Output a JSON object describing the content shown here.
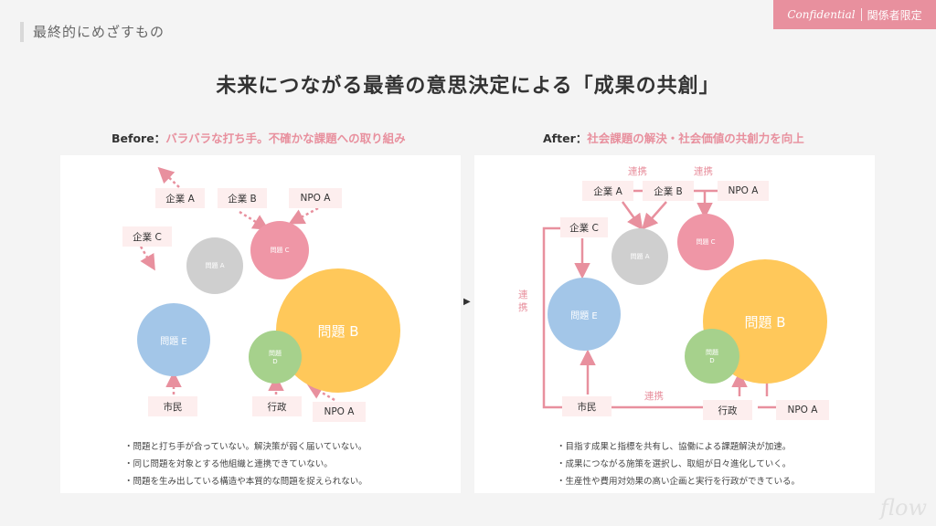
{
  "header": {
    "section_title": "最終的にめざすもの",
    "confidential": "Confidential",
    "restricted": "関係者限定"
  },
  "main_title": "未来につながる最善の意思決定による「成果の共創」",
  "before": {
    "label": "Before：",
    "label_desc": "バラバラな打ち手。不確かな課題への取り組み",
    "tags": {
      "a": "企業 A",
      "b": "企業 B",
      "npo_top": "NPO A",
      "c": "企業 C",
      "citizen": "市民",
      "gov": "行政",
      "npo_bottom": "NPO A"
    },
    "circles": {
      "a": "問題 A",
      "b": "問題 B",
      "c": "問題 C",
      "d": "問題\nD",
      "e": "問題 E"
    },
    "notes": [
      "・問題と打ち手が合っていない。解決策が弱く届いていない。",
      "・同じ問題を対象とする他組織と連携できていない。",
      "・問題を生み出している構造や本質的な問題を捉えられない。"
    ]
  },
  "after": {
    "label": "After：",
    "label_desc": "社会課題の解決・社会価値の共創力を向上",
    "tags": {
      "a": "企業 A",
      "b": "企業 B",
      "npo_top": "NPO A",
      "c": "企業 C",
      "citizen": "市民",
      "gov": "行政",
      "npo_bottom": "NPO A"
    },
    "circles": {
      "a": "問題 A",
      "b": "問題 B",
      "c": "問題 C",
      "d": "問題\nD",
      "e": "問題 E"
    },
    "links": {
      "top1": "連携",
      "top2": "連携",
      "left": "連\n携",
      "bottom": "連携"
    },
    "notes": [
      "・目指す成果と指標を共有し、協働による課題解決が加速。",
      "・成果につながる施策を選択し、取組が日々進化していく。",
      "・生産性や費用対効果の高い企画と実行を行政ができている。"
    ]
  },
  "arrow_glyph": "▶",
  "logo": "flow",
  "colors": {
    "pink": "#e8909e",
    "yellow": "#ffc85a",
    "blue": "#a3c6e8",
    "grey": "#cfcfcf",
    "green": "#a6d18c",
    "circle_pink": "#ef96a6"
  }
}
